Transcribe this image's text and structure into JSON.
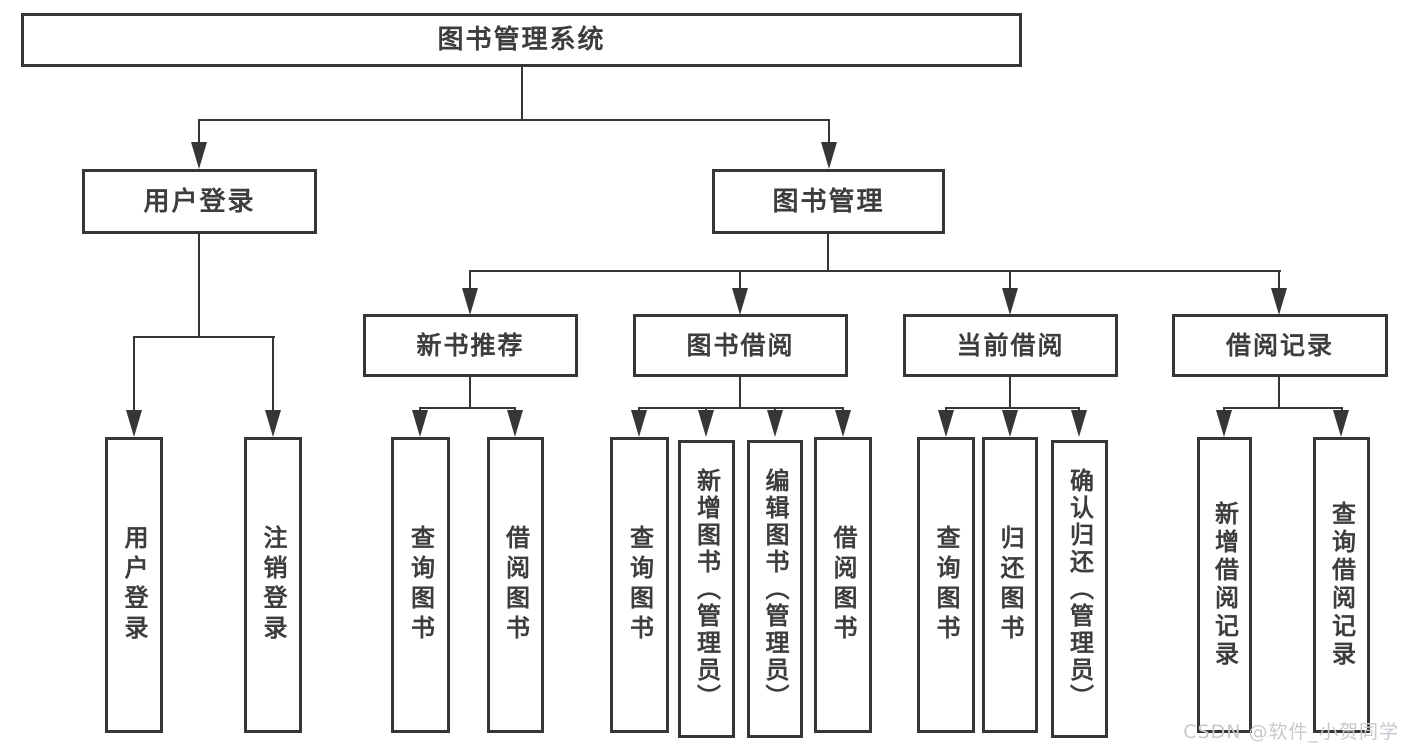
{
  "tree": {
    "label": "图书管理系统",
    "children": [
      {
        "label": "用户登录",
        "children": [
          {
            "label": "用户登录"
          },
          {
            "label": "注销登录"
          }
        ]
      },
      {
        "label": "图书管理",
        "children": [
          {
            "label": "新书推荐",
            "children": [
              {
                "label": "查询图书"
              },
              {
                "label": "借阅图书"
              }
            ]
          },
          {
            "label": "图书借阅",
            "children": [
              {
                "label": "查询图书"
              },
              {
                "label": "新增图书（管理员）"
              },
              {
                "label": "编辑图书（管理员）"
              },
              {
                "label": "借阅图书"
              }
            ]
          },
          {
            "label": "当前借阅",
            "children": [
              {
                "label": "查询图书"
              },
              {
                "label": "归还图书"
              },
              {
                "label": "确认归还（管理员）"
              }
            ]
          },
          {
            "label": "借阅记录",
            "children": [
              {
                "label": "新增借阅记录"
              },
              {
                "label": "查询借阅记录"
              }
            ]
          }
        ]
      }
    ]
  },
  "watermark": {
    "text": "CSDN @软件_小贺同学"
  },
  "colors": {
    "line": "#363636",
    "text": "#3d3d3d",
    "watermark": "#c6c9cd",
    "background": "#ffffff"
  }
}
